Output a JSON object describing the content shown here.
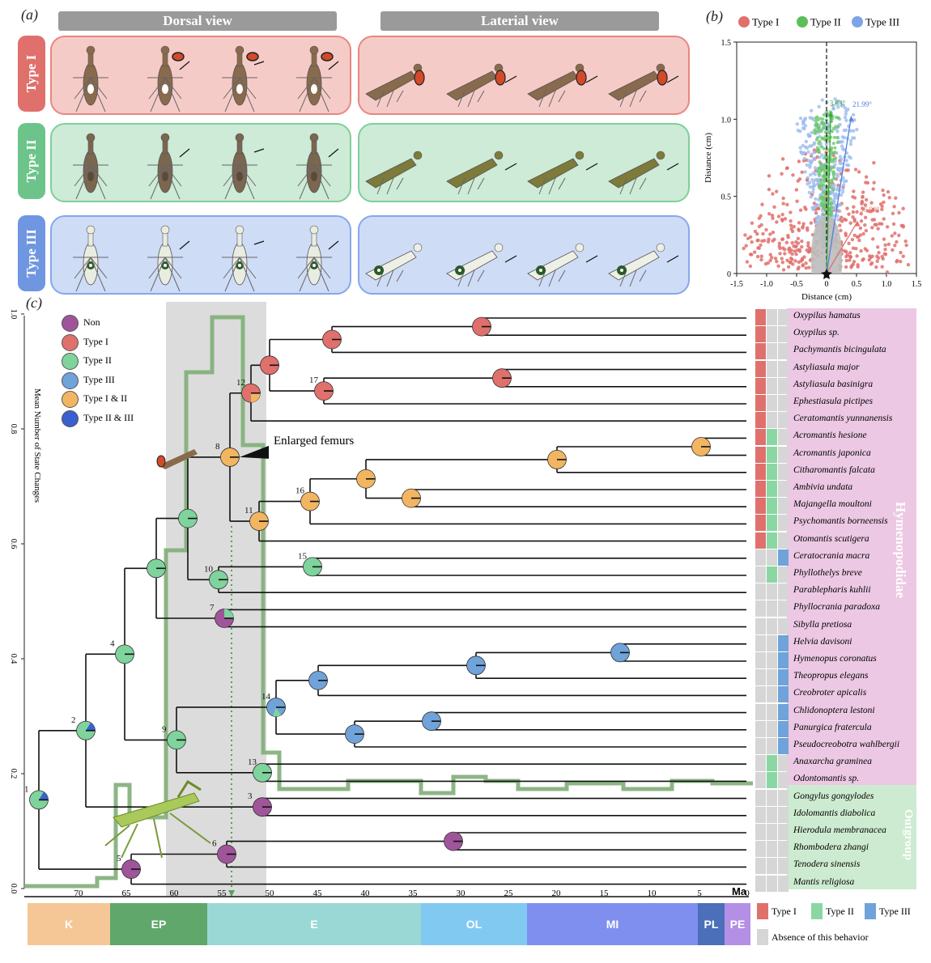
{
  "panel_a": {
    "label": "(a)",
    "dorsal_title": "Dorsal view",
    "lateral_title": "Laterial view",
    "rows": [
      {
        "label": "Type I",
        "color": "#e0706c",
        "bg": "#f5cbc8",
        "border": "#e8877f"
      },
      {
        "label": "Type II",
        "color": "#6cc48a",
        "bg": "#cdebd6",
        "border": "#7fcf98"
      },
      {
        "label": "Type III",
        "color": "#6f96e0",
        "bg": "#cfdcf6",
        "border": "#86a7ea"
      }
    ]
  },
  "panel_b": {
    "label": "(b)",
    "legend": [
      {
        "name": "Type I",
        "color": "#e0706c"
      },
      {
        "name": "Type II",
        "color": "#5cbf5a"
      },
      {
        "name": "Type III",
        "color": "#7ea3e8"
      }
    ],
    "xlabel": "Distance (cm)",
    "ylabel": "Distance (cm)",
    "xticks": [
      "-1.5",
      "-1.0",
      "-0.5",
      "0",
      "0.5",
      "1.0",
      "1.5"
    ],
    "yticks": [
      "0",
      "0.5",
      "1.0",
      "1.5"
    ],
    "angles": [
      {
        "text": "3.83°",
        "color": "#5cbf5a"
      },
      {
        "text": "21.99°",
        "color": "#7ea3e8"
      },
      {
        "text": "56.90°",
        "color": "#e0706c"
      }
    ]
  },
  "panel_c": {
    "label": "(c)",
    "ylabel": "Mean Number of State Changes",
    "yticks": [
      "0.0",
      "0.2",
      "0.4",
      "0.6",
      "0.8",
      "1.0"
    ],
    "annotation": "Enlarged femurs",
    "legend": [
      {
        "name": "Non",
        "color": "#a0559a"
      },
      {
        "name": "Type I",
        "color": "#e0706c"
      },
      {
        "name": "Type II",
        "color": "#7fd39c"
      },
      {
        "name": "Type III",
        "color": "#6fa3d9"
      },
      {
        "name": "Type I & II",
        "color": "#f2b561"
      },
      {
        "name": "Type II & III",
        "color": "#3a5fcf"
      }
    ],
    "axis_unit": "Ma",
    "time_ticks": [
      "70",
      "65",
      "60",
      "55",
      "50",
      "45",
      "40",
      "35",
      "30",
      "25",
      "20",
      "15",
      "10",
      "5",
      "0"
    ],
    "eras": [
      {
        "name": "K",
        "color": "#f5c796"
      },
      {
        "name": "EP",
        "color": "#5fa76a"
      },
      {
        "name": "E",
        "color": "#9ad8d6"
      },
      {
        "name": "OL",
        "color": "#82c9f2"
      },
      {
        "name": "MI",
        "color": "#7f8ff0"
      },
      {
        "name": "PL",
        "color": "#4b6fb8"
      },
      {
        "name": "PE",
        "color": "#b38fe6"
      }
    ],
    "node_numbers": [
      "1",
      "2",
      "3",
      "4",
      "5",
      "6",
      "7",
      "8",
      "9",
      "10",
      "11",
      "12",
      "13",
      "14",
      "15",
      "16",
      "17"
    ],
    "species": [
      {
        "name": "Oxypilus hamatus",
        "t1": 1,
        "t2": 0,
        "t3": 0
      },
      {
        "name": "Oxypilus sp.",
        "t1": 1,
        "t2": 0,
        "t3": 0
      },
      {
        "name": "Pachymantis bicingulata",
        "t1": 1,
        "t2": 0,
        "t3": 0
      },
      {
        "name": "Astyliasula major",
        "t1": 1,
        "t2": 0,
        "t3": 0
      },
      {
        "name": "Astyliasula basinigra",
        "t1": 1,
        "t2": 0,
        "t3": 0
      },
      {
        "name": "Ephestiasula pictipes",
        "t1": 1,
        "t2": 0,
        "t3": 0
      },
      {
        "name": "Ceratomantis yunnanensis",
        "t1": 1,
        "t2": 0,
        "t3": 0
      },
      {
        "name": "Acromantis hesione",
        "t1": 1,
        "t2": 1,
        "t3": 0
      },
      {
        "name": "Acromantis japonica",
        "t1": 1,
        "t2": 1,
        "t3": 0
      },
      {
        "name": "Citharomantis falcata",
        "t1": 1,
        "t2": 1,
        "t3": 0
      },
      {
        "name": "Ambivia undata",
        "t1": 1,
        "t2": 1,
        "t3": 0
      },
      {
        "name": "Majangella moultoni",
        "t1": 1,
        "t2": 1,
        "t3": 0
      },
      {
        "name": "Psychomantis borneensis",
        "t1": 1,
        "t2": 1,
        "t3": 0
      },
      {
        "name": "Otomantis scutigera",
        "t1": 1,
        "t2": 1,
        "t3": 0
      },
      {
        "name": "Ceratocrania macra",
        "t1": 0,
        "t2": 0,
        "t3": 1
      },
      {
        "name": "Phyllothelys breve",
        "t1": 0,
        "t2": 1,
        "t3": 0
      },
      {
        "name": "Parablepharis kuhlii",
        "t1": 0,
        "t2": 0,
        "t3": 0
      },
      {
        "name": "Phyllocrania paradoxa",
        "t1": 0,
        "t2": 0,
        "t3": 0
      },
      {
        "name": "Sibylla pretiosa",
        "t1": 0,
        "t2": 0,
        "t3": 0
      },
      {
        "name": "Helvia davisoni",
        "t1": 0,
        "t2": 0,
        "t3": 1
      },
      {
        "name": "Hymenopus coronatus",
        "t1": 0,
        "t2": 0,
        "t3": 1
      },
      {
        "name": "Theopropus elegans",
        "t1": 0,
        "t2": 0,
        "t3": 1
      },
      {
        "name": "Creobroter apicalis",
        "t1": 0,
        "t2": 0,
        "t3": 1
      },
      {
        "name": "Chlidonoptera lestoni",
        "t1": 0,
        "t2": 0,
        "t3": 1
      },
      {
        "name": "Panurgica fraterculа",
        "t1": 0,
        "t2": 0,
        "t3": 1
      },
      {
        "name": "Pseudocreobotra wahlbergii",
        "t1": 0,
        "t2": 0,
        "t3": 1
      },
      {
        "name": "Anaxarcha graminea",
        "t1": 0,
        "t2": 1,
        "t3": 0
      },
      {
        "name": "Odontomantis sp.",
        "t1": 0,
        "t2": 1,
        "t3": 0
      },
      {
        "name": "Gongylus gongylodes",
        "t1": 0,
        "t2": 0,
        "t3": 0
      },
      {
        "name": "Idolomantis diabolica",
        "t1": 0,
        "t2": 0,
        "t3": 0
      },
      {
        "name": "Hierodula membranacea",
        "t1": 0,
        "t2": 0,
        "t3": 0
      },
      {
        "name": "Rhombodera zhangi",
        "t1": 0,
        "t2": 0,
        "t3": 0
      },
      {
        "name": "Tenodera sinensis",
        "t1": 0,
        "t2": 0,
        "t3": 0
      },
      {
        "name": "Mantis religiosa",
        "t1": 0,
        "t2": 0,
        "t3": 0
      }
    ],
    "groups": [
      {
        "name": "Hymenopodidae",
        "color": "#ecc8e4"
      },
      {
        "name": "Outgroup",
        "color": "#cdebd0"
      }
    ],
    "bottom_legend": [
      {
        "name": "Type I",
        "color": "#e0706c"
      },
      {
        "name": "Type II",
        "color": "#8ad7a4"
      },
      {
        "name": "Type III",
        "color": "#6fa3d9"
      },
      {
        "name": "Absence of this behavior",
        "color": "#d6d6d6"
      }
    ],
    "absent_color": "#d6d6d6"
  }
}
